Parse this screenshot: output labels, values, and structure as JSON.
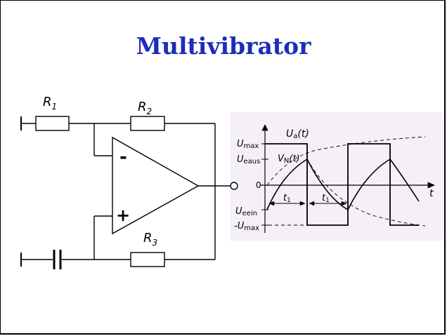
{
  "slide": {
    "title": "Multivibrator",
    "title_color": "#1c2db8",
    "wave_panel_color": "#f5eff8"
  },
  "circuit": {
    "r1": {
      "letter": "R",
      "index": "1"
    },
    "r2": {
      "letter": "R",
      "index": "2"
    },
    "r3": {
      "letter": "R",
      "index": "3"
    },
    "opamp_minus": "-",
    "opamp_plus": "+"
  },
  "waveform": {
    "ua_letter": "U",
    "ua_sub": "a",
    "ua_arg": "(t)",
    "vn_letter": "V",
    "vn_sub": "N",
    "vn_arg": "(t)",
    "umax_letter": "U",
    "umax_sub": "max",
    "ueaus_letter": "U",
    "ueaus_sub": "eaus",
    "zero": "0",
    "t_axis": "t",
    "ueein_letter": "U",
    "ueein_sub": "eein",
    "neg_umax_prefix": "-U",
    "neg_umax_sub": "max",
    "t1_letter": "t",
    "t1_sub": "1"
  }
}
